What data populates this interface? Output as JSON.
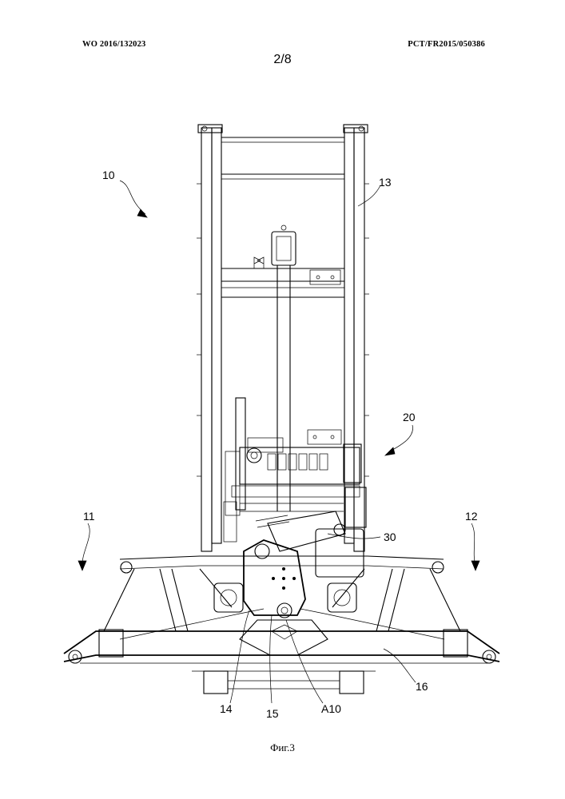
{
  "header": {
    "publication_number": "WO 2016/132023",
    "application_number": "PCT/FR2015/050386",
    "page_indicator": "2/8"
  },
  "figure": {
    "caption": "Фиг.3",
    "reference_labels": {
      "r10": "10",
      "r11": "11",
      "r12": "12",
      "r13": "13",
      "r14": "14",
      "r15": "15",
      "r16": "16",
      "r20": "20",
      "r30": "30",
      "rA10": "A10"
    }
  }
}
